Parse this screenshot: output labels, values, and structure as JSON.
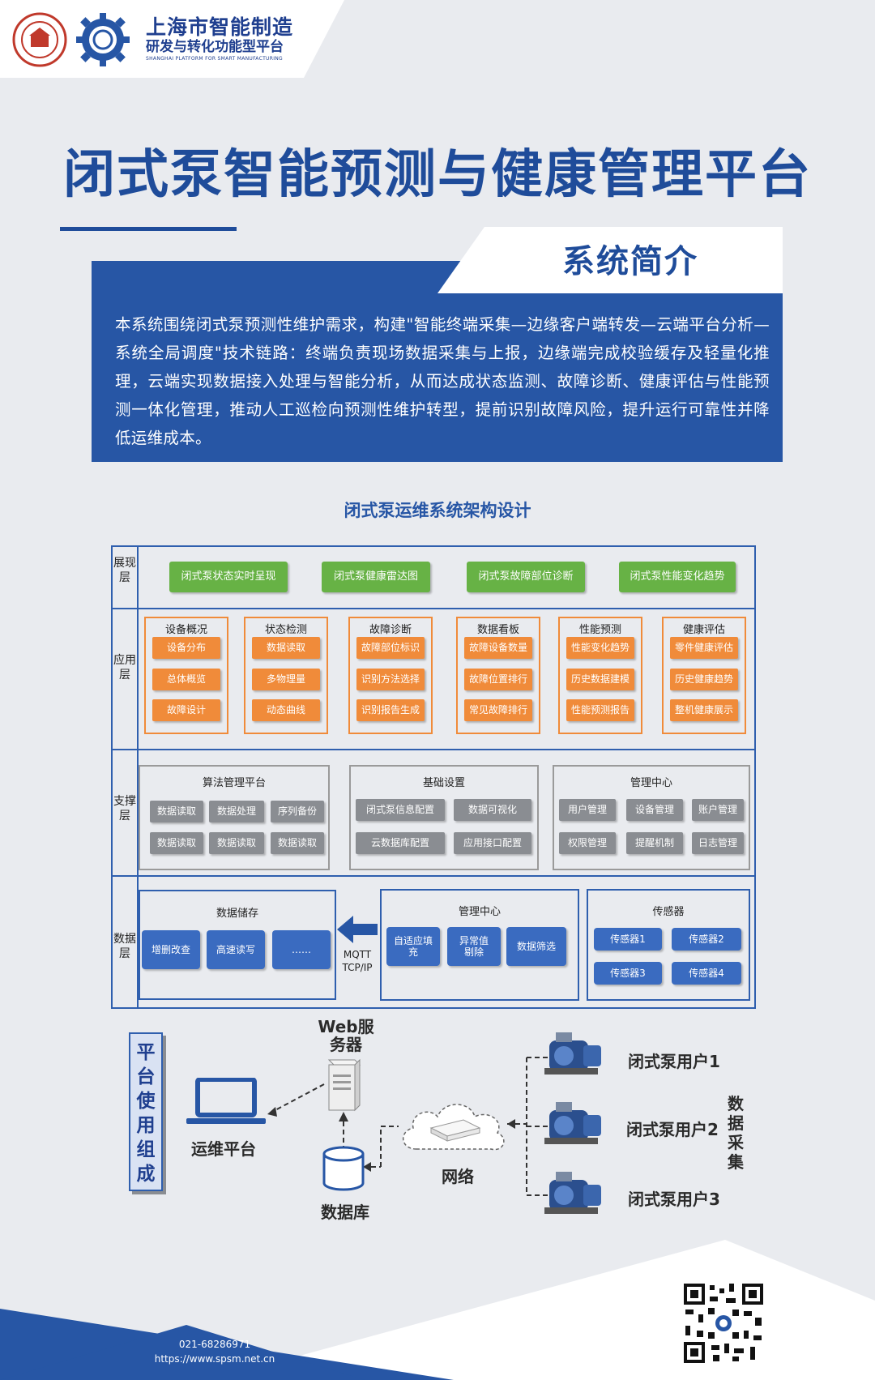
{
  "header": {
    "org_name_line1": "上海市智能制造",
    "org_name_line2": "研发与转化功能型平台",
    "org_name_en": "SHANGHAI PLATFORM FOR SMART MANUFACTURING"
  },
  "title": "闭式泵智能预测与健康管理平台",
  "intro": {
    "label": "系统简介",
    "text": "本系统围绕闭式泵预测性维护需求，构建\"智能终端采集—边缘客户端转发—云端平台分析—系统全局调度\"技术链路：终端负责现场数据采集与上报，边缘端完成校验缓存及轻量化推理，云端实现数据接入处理与智能分析，从而达成状态监测、故障诊断、健康评估与性能预测一体化管理，推动人工巡检向预测性维护转型，提前识别故障风险，提升运行可靠性并降低运维成本。"
  },
  "architecture": {
    "title": "闭式泵运维系统架构设计",
    "layers": {
      "presentation": {
        "label": "展现层",
        "items": [
          "闭式泵状态实时呈现",
          "闭式泵健康雷达图",
          "闭式泵故障部位诊断",
          "闭式泵性能变化趋势"
        ]
      },
      "application": {
        "label": "应用层",
        "groups": [
          {
            "title": "设备概况",
            "items": [
              "设备分布",
              "总体概览",
              "故障设计"
            ]
          },
          {
            "title": "状态检测",
            "items": [
              "数据读取",
              "多物理量",
              "动态曲线"
            ]
          },
          {
            "title": "故障诊断",
            "items": [
              "故障部位标识",
              "识别方法选择",
              "识别报告生成"
            ]
          },
          {
            "title": "数据看板",
            "items": [
              "故障设备数量",
              "故障位置排行",
              "常见故障排行"
            ]
          },
          {
            "title": "性能预测",
            "items": [
              "性能变化趋势",
              "历史数据建模",
              "性能预测报告"
            ]
          },
          {
            "title": "健康评估",
            "items": [
              "零件健康评估",
              "历史健康趋势",
              "整机健康展示"
            ]
          }
        ]
      },
      "support": {
        "label": "支撑层",
        "groups": [
          {
            "title": "算法管理平台",
            "items": [
              "数据读取",
              "数据处理",
              "序列备份",
              "数据读取",
              "数据读取",
              "数据读取"
            ]
          },
          {
            "title": "基础设置",
            "items": [
              "闭式泵信息配置",
              "数据可视化",
              "云数据库配置",
              "应用接口配置"
            ]
          },
          {
            "title": "管理中心",
            "items": [
              "用户管理",
              "设备管理",
              "账户管理",
              "权限管理",
              "提醒机制",
              "日志管理"
            ]
          }
        ]
      },
      "data": {
        "label": "数据层",
        "storage": {
          "title": "数据储存",
          "items": [
            "增删改查",
            "高速读写",
            "……"
          ]
        },
        "protocol": [
          "MQTT",
          "TCP/IP"
        ],
        "management": {
          "title": "管理中心",
          "items": [
            "自适应填充",
            "异常值剔除",
            "数据筛选"
          ]
        },
        "sensors": {
          "title": "传感器",
          "items": [
            "传感器1",
            "传感器2",
            "传感器3",
            "传感器4"
          ]
        }
      }
    }
  },
  "usage": {
    "label": "平台使用组成",
    "web_server": "Web服务器",
    "ops_platform": "运维平台",
    "database": "数据库",
    "network": "网络",
    "pump_users": [
      "闭式泵用户1",
      "闭式泵用户2",
      "闭式泵用户3"
    ],
    "data_collection": "数据采集"
  },
  "footer": {
    "phone": "021-68286971",
    "website": "https://www.spsm.net.cn"
  },
  "colors": {
    "primary_blue": "#2756a5",
    "green": "#67b245",
    "orange": "#f08b3a",
    "gray": "#8a8d92"
  }
}
